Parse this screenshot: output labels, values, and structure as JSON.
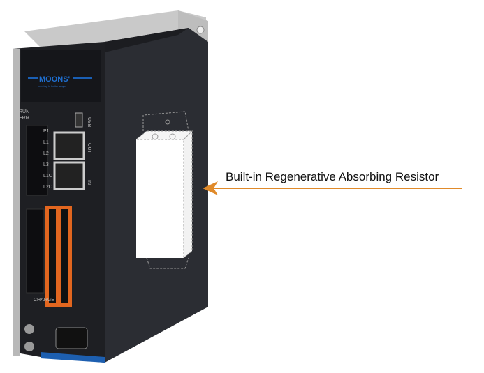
{
  "product": {
    "brand": "MOONS'",
    "tagline": "moving in better ways",
    "indicators": [
      "RUN",
      "ERR"
    ],
    "terminal_labels": [
      "P1",
      "L1",
      "L2",
      "L3",
      "L1C",
      "L2C"
    ],
    "port_labels": [
      "USB",
      "OUT",
      "IN"
    ],
    "bottom_label": "CHARGE"
  },
  "callout": {
    "text": "Built-in Regenerative Absorbing Resistor",
    "arrow_color": "#e08a2a"
  }
}
